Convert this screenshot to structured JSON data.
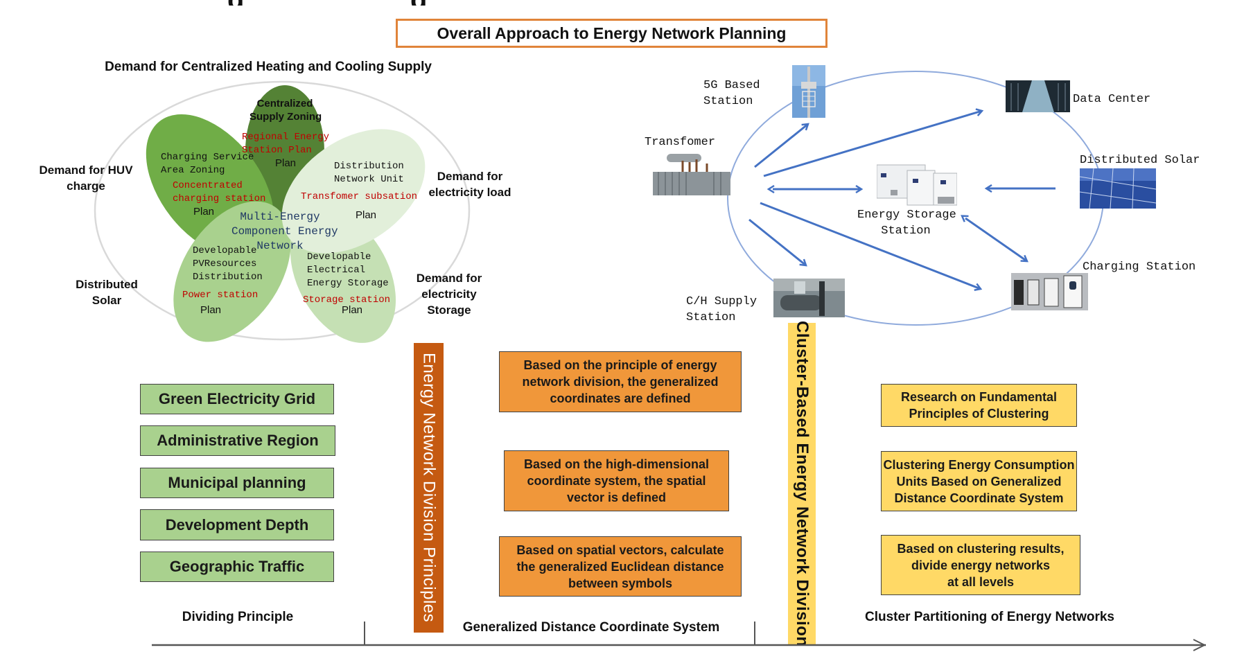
{
  "title": "Overall Approach to Energy Network Planning",
  "flower": {
    "heading": "Demand for Centralized Heating and Cooling Supply",
    "center_lines": [
      "Multi-Energy",
      "Component Energy",
      "Network"
    ],
    "demands": {
      "huv": [
        "Demand for HUV",
        "charge"
      ],
      "load": [
        "Demand for",
        "electricity load"
      ],
      "solar": [
        "Distributed",
        "Solar"
      ],
      "storage": [
        "Demand for",
        "electricity",
        "Storage"
      ]
    },
    "petals": [
      {
        "id": "top",
        "color": "#548235",
        "black_lines": [
          "Centralized",
          "Supply Zoning"
        ],
        "red_lines": [
          "Regional Energy",
          "Station Plan"
        ],
        "plan": "Plan"
      },
      {
        "id": "left",
        "color": "#70AD47",
        "black_lines": [
          "Charging Service",
          "Area Zoning"
        ],
        "red_lines": [
          "Concentrated",
          "charging station"
        ],
        "plan": "Plan"
      },
      {
        "id": "right",
        "color": "#E2EFDA",
        "black_lines": [
          "Distribution",
          "Network Unit"
        ],
        "red_lines": [
          "Transfomer subsation"
        ],
        "plan": "Plan"
      },
      {
        "id": "bottom-left",
        "color": "#A9D18E",
        "black_lines": [
          "Developable",
          "PVResources",
          "Distribution"
        ],
        "red_lines": [
          "Power station"
        ],
        "plan": "Plan"
      },
      {
        "id": "bottom-right",
        "color": "#C5E0B4",
        "black_lines": [
          "Developable",
          "Electrical",
          "Energy Storage"
        ],
        "red_lines": [
          "Storage station"
        ],
        "plan": "Plan"
      }
    ]
  },
  "network": {
    "nodes": {
      "station_5g": [
        "5G Based",
        "Station"
      ],
      "transformer": [
        "Transfomer"
      ],
      "data_center": [
        "Data Center"
      ],
      "solar": [
        "Distributed Solar"
      ],
      "storage": [
        "Energy Storage",
        "Station"
      ],
      "charging": [
        "Charging Station"
      ],
      "ch_supply": [
        "C/H Supply",
        "Station"
      ]
    },
    "arrow_color": "#4472C4",
    "ring_color": "#8FAADC"
  },
  "columns": {
    "dividing": {
      "label": "Dividing Principle",
      "items": [
        "Green Electricity Grid",
        "Administrative Region",
        "Municipal planning",
        "Development Depth",
        "Geographic Traffic"
      ]
    },
    "principles_bar": "Energy Network Division Principles",
    "coordinate": {
      "label": "Generalized Distance Coordinate System",
      "items": [
        [
          "Based on the principle of energy",
          "network division, the generalized",
          "coordinates are defined"
        ],
        [
          "Based on the high-dimensional",
          "coordinate system, the spatial",
          "vector is defined"
        ],
        [
          "Based on spatial vectors, calculate",
          "the generalized Euclidean distance",
          "between symbols"
        ]
      ]
    },
    "cluster_bar": "Cluster-Based Energy Network Division",
    "cluster": {
      "label": "Cluster Partitioning of Energy Networks",
      "items": [
        [
          "Research on Fundamental",
          "Principles of Clustering"
        ],
        [
          "Clustering Energy Consumption",
          "Units Based on Generalized",
          "Distance Coordinate System"
        ],
        [
          "Based on clustering results,",
          "divide energy networks",
          "at all levels"
        ]
      ]
    }
  }
}
